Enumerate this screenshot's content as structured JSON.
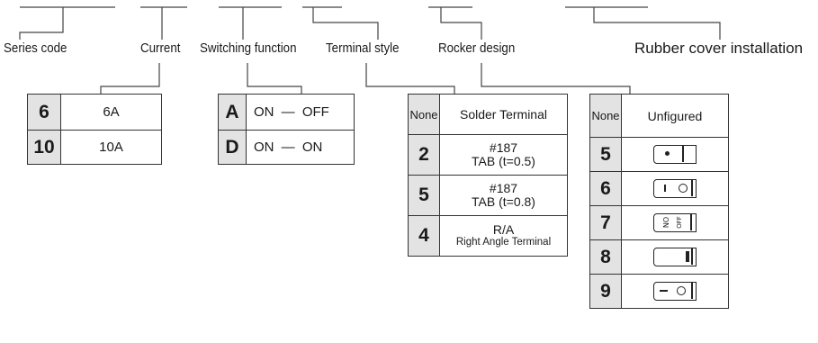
{
  "labels": {
    "series_code": "Series code",
    "current": "Current",
    "switching_function": "Switching function",
    "terminal_style": "Terminal style",
    "rocker_design": "Rocker design",
    "rubber_cover": "Rubber cover installation"
  },
  "current_table": [
    {
      "code": "6",
      "desc": "6A"
    },
    {
      "code": "10",
      "desc": "10A"
    }
  ],
  "switching_table": [
    {
      "code": "A",
      "on": "ON",
      "dash": "—",
      "off": "OFF"
    },
    {
      "code": "D",
      "on": "ON",
      "dash": "—",
      "off": "ON"
    }
  ],
  "terminal_table": [
    {
      "code": "None",
      "desc": "Solder Terminal"
    },
    {
      "code": "2",
      "line1": "#187",
      "line2": "TAB (t=0.5)"
    },
    {
      "code": "5",
      "line1": "#187",
      "line2": "TAB (t=0.8)"
    },
    {
      "code": "4",
      "line1": "R/A",
      "line2": "Right Angle Terminal"
    }
  ],
  "rocker_table": [
    {
      "code": "None",
      "desc": "Unfigured"
    },
    {
      "code": "5",
      "symbol": "dot-icon"
    },
    {
      "code": "6",
      "symbol": "i-o-icon"
    },
    {
      "code": "7",
      "symbol": "on-off-vertical-icon",
      "sym_on": "ON",
      "sym_off": "OFF"
    },
    {
      "code": "8",
      "symbol": "bar-icon"
    },
    {
      "code": "9",
      "symbol": "dash-o-icon"
    }
  ]
}
